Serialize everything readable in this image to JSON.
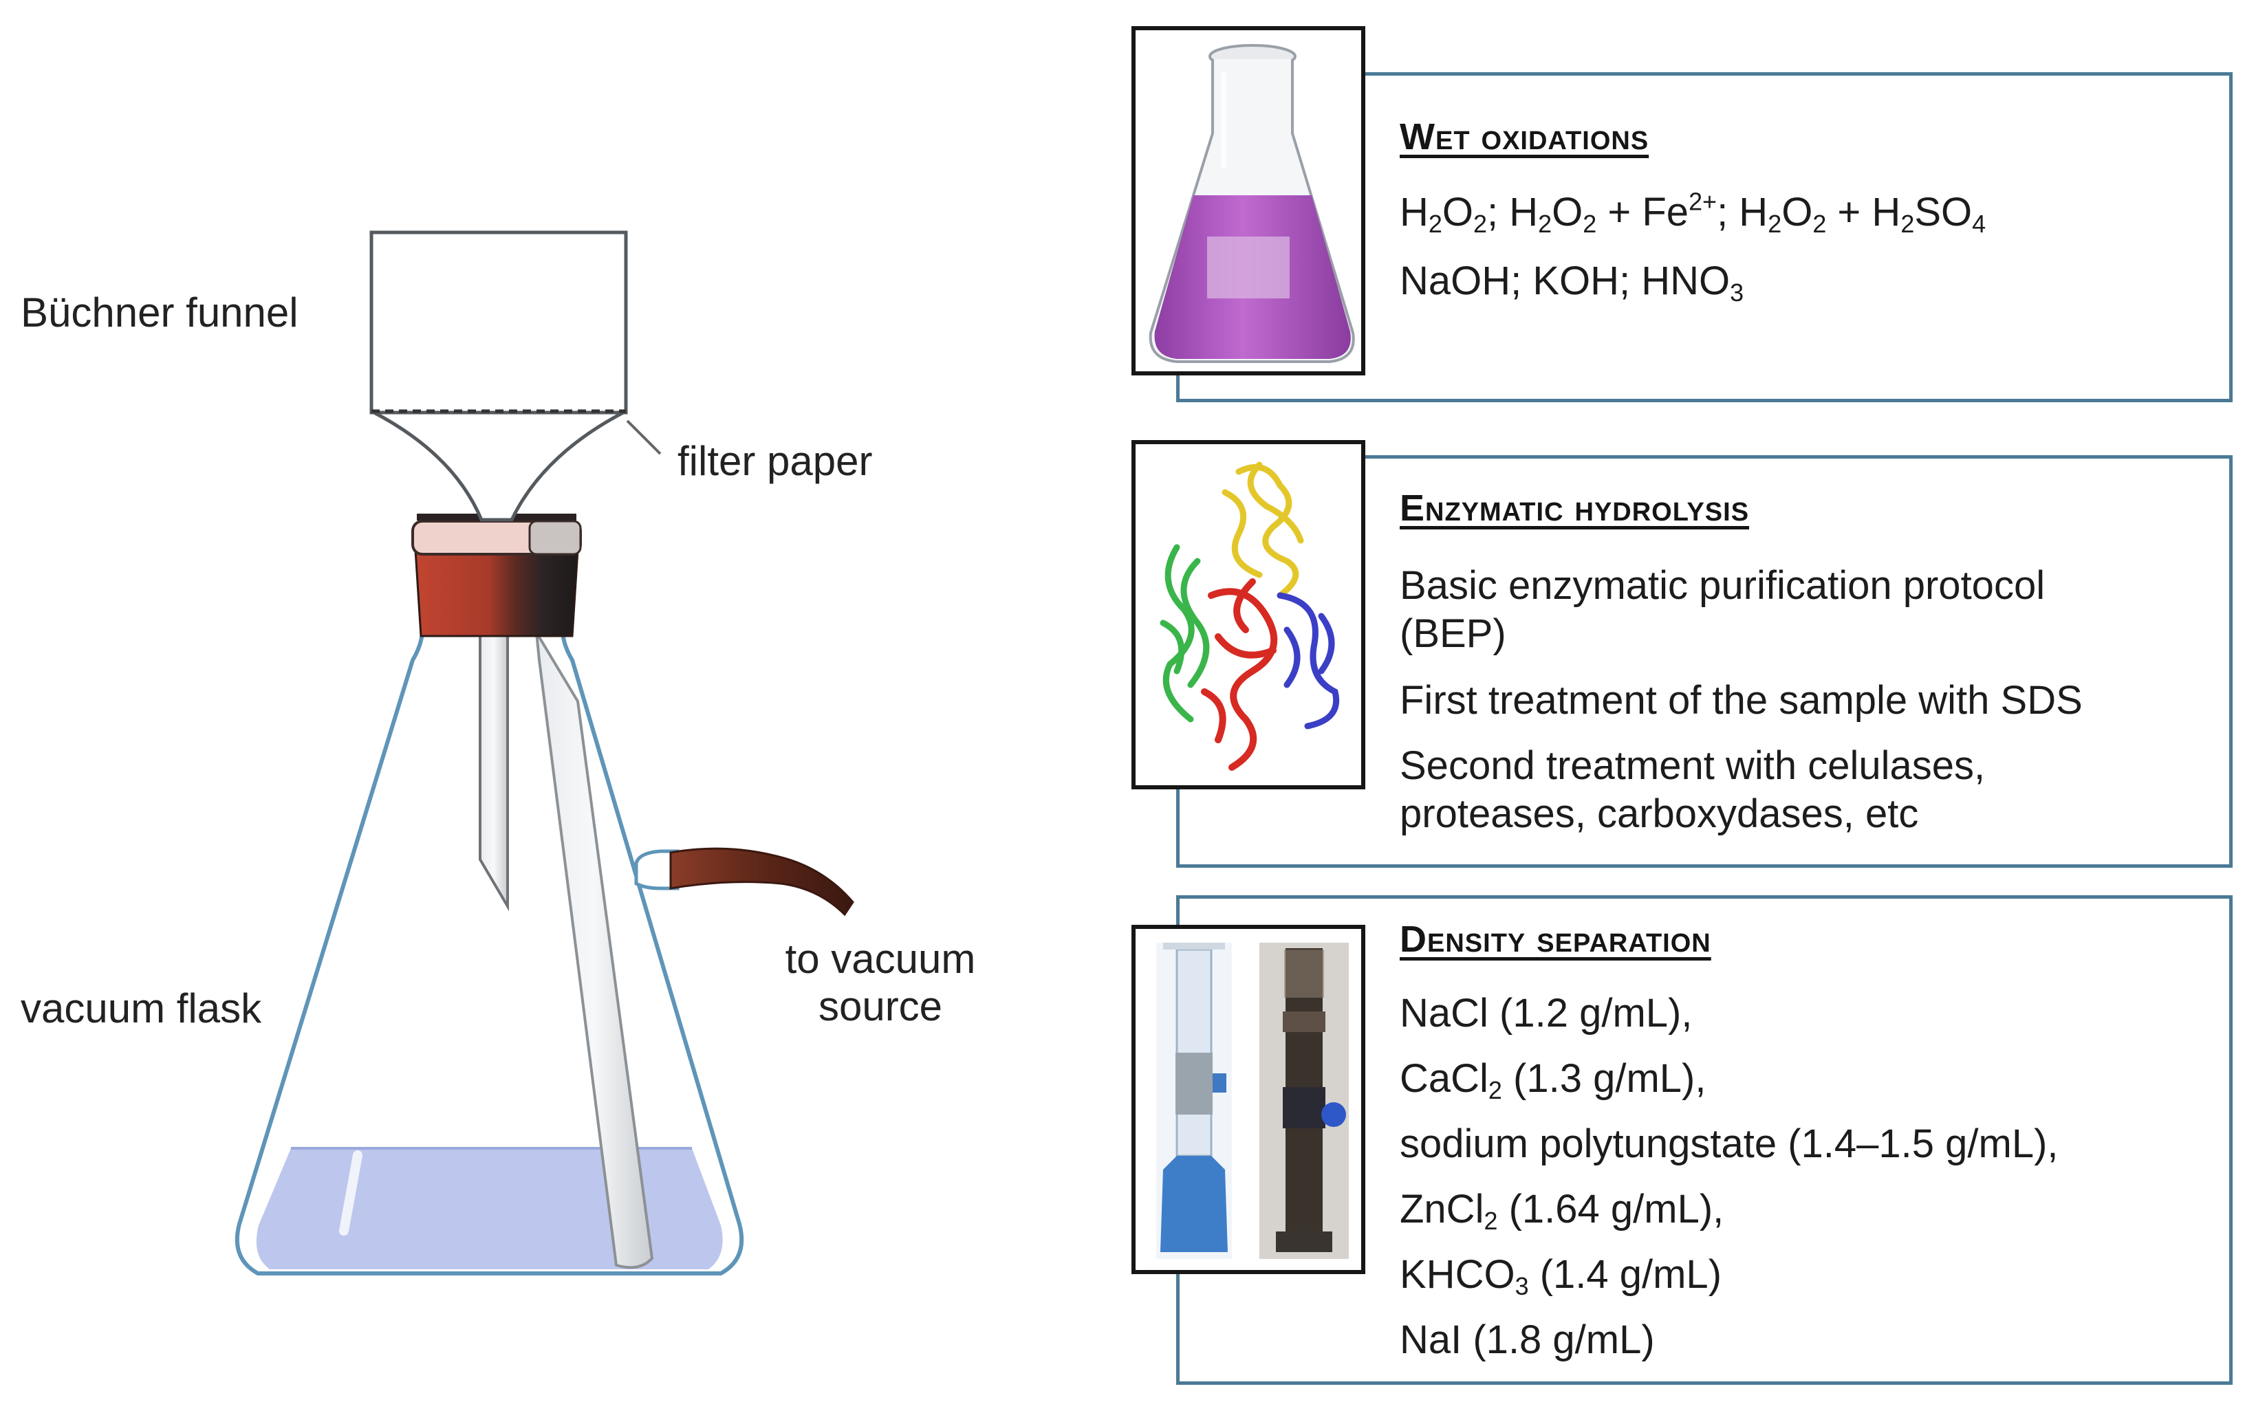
{
  "diagram": {
    "labels": {
      "buchner_funnel": "Büchner funnel",
      "filter_paper": "filter paper",
      "vacuum_flask": "vacuum flask",
      "to_vacuum_source_1": "to vacuum",
      "to_vacuum_source_2": "source"
    }
  },
  "panels": [
    {
      "title": "Wet oxidations",
      "lines": [
        [
          "H",
          {
            "sub": "2"
          },
          "O",
          {
            "sub": "2"
          },
          "; H",
          {
            "sub": "2"
          },
          "O",
          {
            "sub": "2"
          },
          " + Fe",
          {
            "sup": "2+"
          },
          "; H",
          {
            "sub": "2"
          },
          "O",
          {
            "sub": "2"
          },
          " + H",
          {
            "sub": "2"
          },
          "SO",
          {
            "sub": "4"
          }
        ],
        [
          "NaOH; KOH; HNO",
          {
            "sub": "3"
          }
        ]
      ]
    },
    {
      "title": "Enzymatic hydrolysis",
      "lines": [
        [
          "Basic enzymatic  purification protocol"
        ],
        [
          "(BEP)"
        ],
        [
          "First treatment of the sample with SDS"
        ],
        [
          "Second treatment with celulases,"
        ],
        [
          "proteases, carboxydases,  etc"
        ]
      ]
    },
    {
      "title": "Density separation",
      "lines": [
        [
          "NaCl (1.2 g/mL),"
        ],
        [
          "CaCl",
          {
            "sub": "2"
          },
          " (1.3 g/mL),"
        ],
        [
          "sodium polytungstate  (1.4–1.5 g/mL),"
        ],
        [
          "ZnCl",
          {
            "sub": "2"
          },
          " (1.64 g/mL),"
        ],
        [
          "KHCO",
          {
            "sub": "3"
          },
          " (1.4 g/mL)"
        ],
        [
          "NaI  (1.8 g/mL)"
        ]
      ]
    }
  ],
  "colors": {
    "panel_border": "#4a7a96",
    "stopper_red": "#b8412c",
    "tube_brown": "#6b2e1e",
    "flask_liquid": "#b9c4ec",
    "flask_outline": "#5e95b8",
    "purple_liquid": "#b85fc9"
  }
}
